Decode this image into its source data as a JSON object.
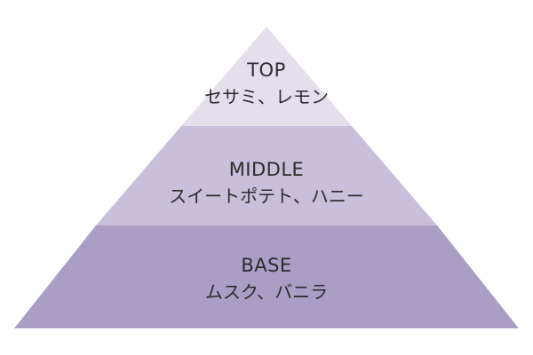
{
  "pyramid": {
    "tiers": [
      {
        "name": "TOP",
        "notes": "セサミ、レモン",
        "color": "#e5deec"
      },
      {
        "name": "MIDDLE",
        "notes": "スイートポテト、ハニー",
        "color": "#c9bfdb"
      },
      {
        "name": "BASE",
        "notes": "ムスク、バニラ",
        "color": "#ab9ec6"
      }
    ]
  }
}
